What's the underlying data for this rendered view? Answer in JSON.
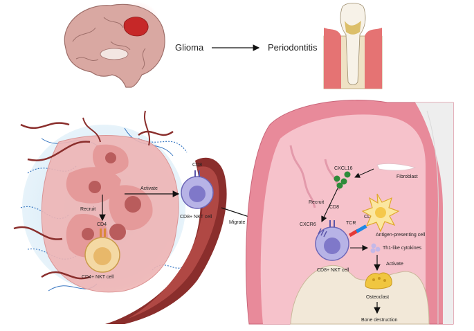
{
  "header": {
    "left_title": "Glioma",
    "right_title": "Periodontitis"
  },
  "tumor_panel": {
    "recruit": "Recruit",
    "cd4": "CD4",
    "cd4_cell": "CD4+ NKT cell",
    "activate": "Activate",
    "cd8": "CD8",
    "cd8_cell": "CD8+ NKT cell",
    "migrate": "Migrate"
  },
  "gum_panel": {
    "cxcl16": "CXCL16",
    "fibroblast": "Fibroblast",
    "recruit": "Recruit",
    "cd8": "CD8",
    "cxcr6": "CXCR6",
    "tcr": "TCR",
    "cd1d": "CD1d",
    "apc": "Antigen-presenting cell",
    "cytokines": "Th1-like cytokines",
    "cd8_cell": "CD8+ NKT cell",
    "activate": "Activate",
    "osteoclast": "Osteoclast",
    "bone": "Bone destruction"
  },
  "colors": {
    "gum": "#e88a9a",
    "gum_light": "#f6c2cb",
    "nkt_cell": "#b7b3e6",
    "cd4_cell": "#f4d9a4",
    "tumor": "#d9868a",
    "vessel": "#8a2e2c",
    "osteoclast": "#f0c640"
  }
}
